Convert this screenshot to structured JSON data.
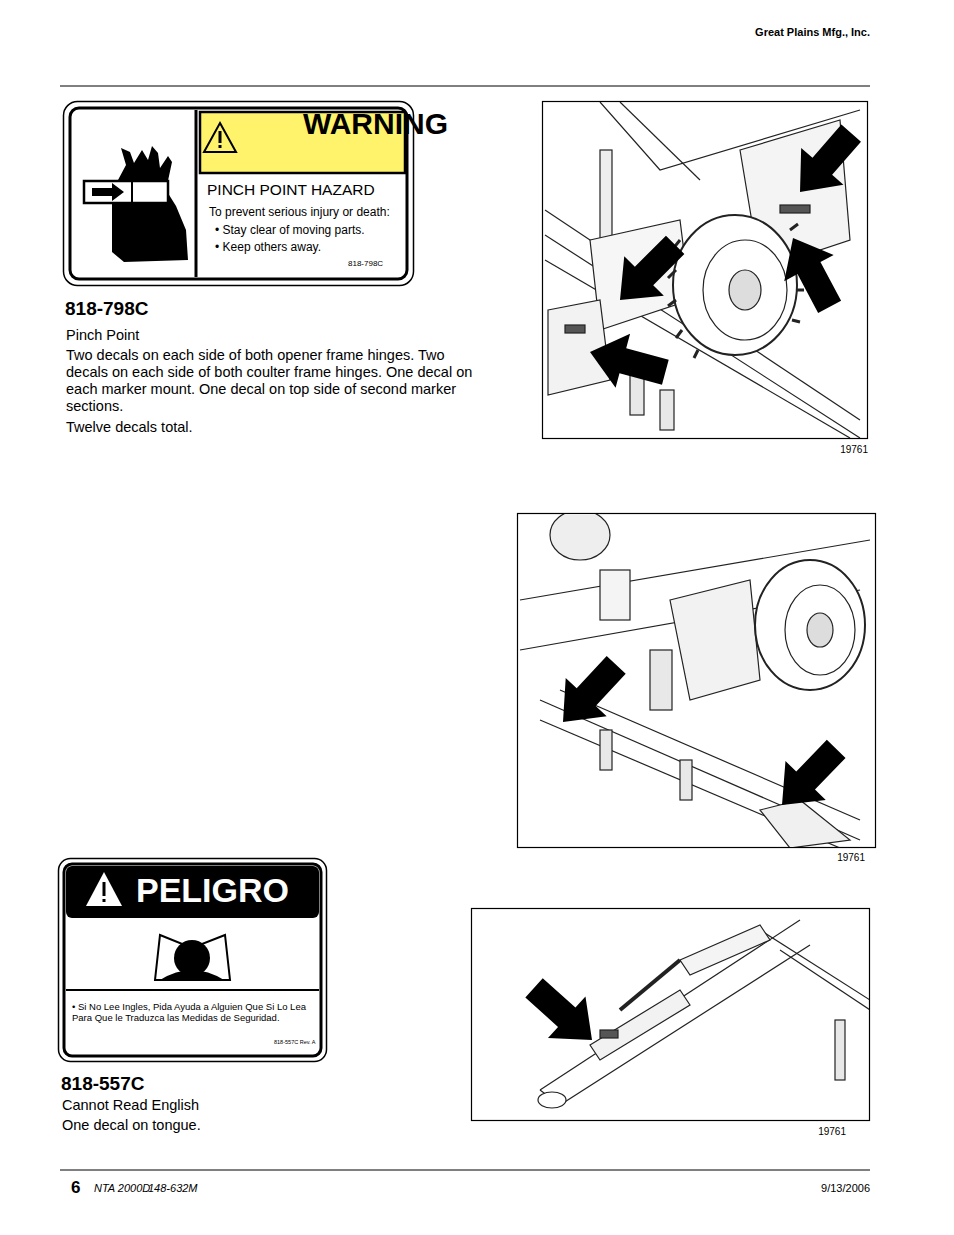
{
  "diagram": {
    "nodes": [
      {
        "text": [
          "WARNING",
          "PINCH POINT HAZARD",
          "To prevent serious injury or death:",
          "• Stay clear of moving parts.",
          "• Keep others away.",
          "818-798C"
        ]
      },
      {
        "text": [
          "19761"
        ]
      },
      {
        "text": [
          "19761"
        ]
      },
      {
        "text": [
          "PELIGRO",
          "• Si No Lee Ingles, Pida Ayuda a Alguien Que Si Lo Lea Para Que le Traduzca las Medidas de Seguridad.",
          "818-557C Rev. A"
        ]
      },
      {
        "text": [
          "19761"
        ]
      }
    ],
    "labels": [
      "Great Plains Mfg., Inc.",
      "818-798C",
      "Pinch Point",
      "Two decals on each side of both opener frame hinges. Two decals on each side of both coulter frame hinges. One decal on each marker mount. One decal on top side of second marker sections.",
      "Twelve decals total.",
      "818-557C",
      "Cannot Read English",
      "One decal on tongue.",
      "6",
      "NTA 2000D",
      "148-632M",
      "9/13/2006"
    ]
  }
}
